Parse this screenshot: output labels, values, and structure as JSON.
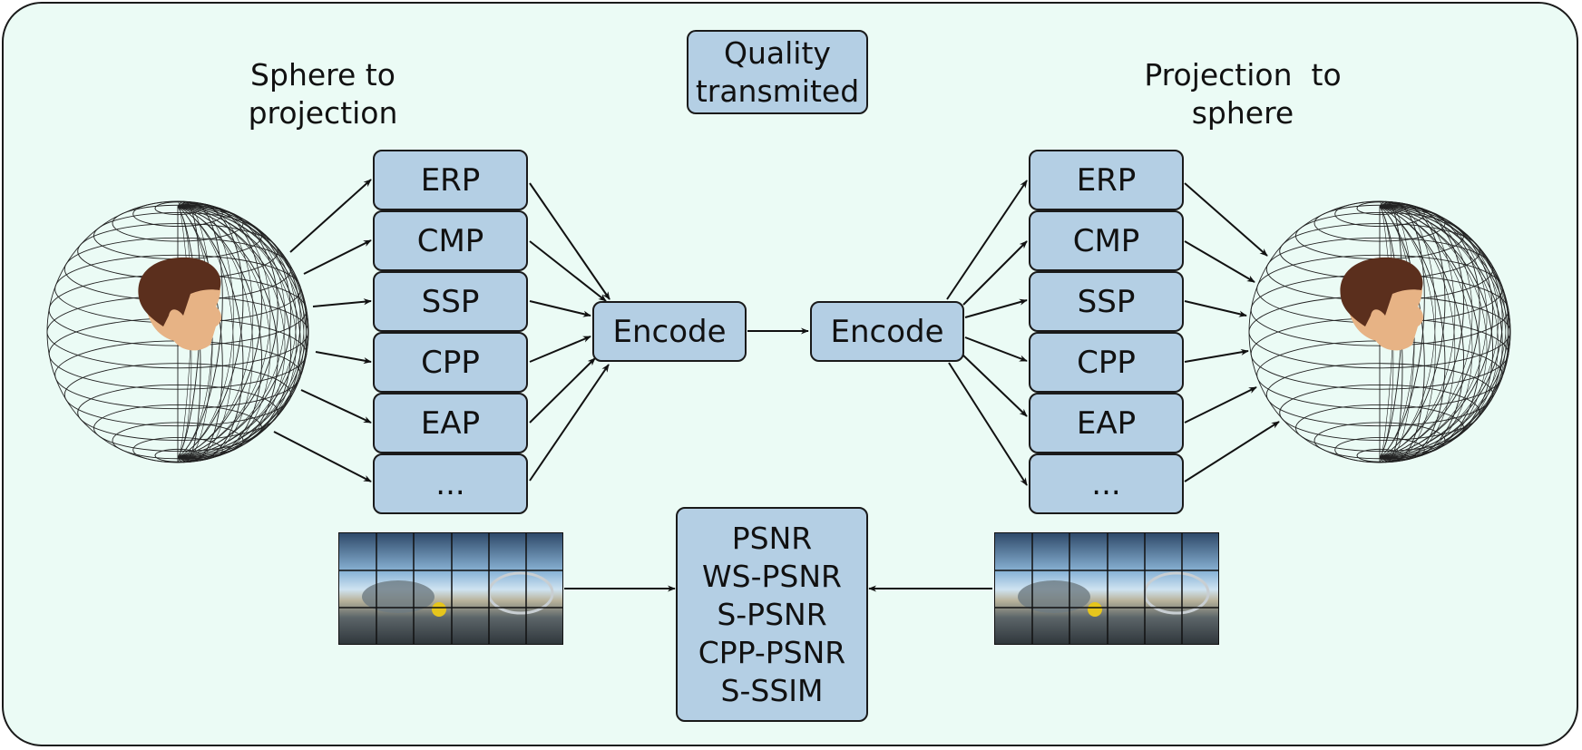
{
  "left_title": [
    "Sphere to",
    "projection"
  ],
  "center_title": [
    "Quality",
    "transmited"
  ],
  "right_title": [
    "Projection  to",
    "sphere"
  ],
  "left_projections": [
    "ERP",
    "CMP",
    "SSP",
    "CPP",
    "EAP",
    "..."
  ],
  "right_projections": [
    "ERP",
    "CMP",
    "SSP",
    "CPP",
    "EAP",
    "..."
  ],
  "encode_left": "Encode",
  "encode_right": "Encode",
  "metrics": [
    "PSNR",
    "WS-PSNR",
    "S-PSNR",
    "CPP-PSNR",
    "S-SSIM"
  ],
  "colors": {
    "background": "#ebfbf5",
    "box": "#b4cfe4",
    "stroke": "#1a1a1a"
  },
  "icons": {
    "sphere": "wireframe-sphere-icon",
    "head": "head-icon",
    "thumbnail": "equirectangular-frame-thumbnail"
  }
}
